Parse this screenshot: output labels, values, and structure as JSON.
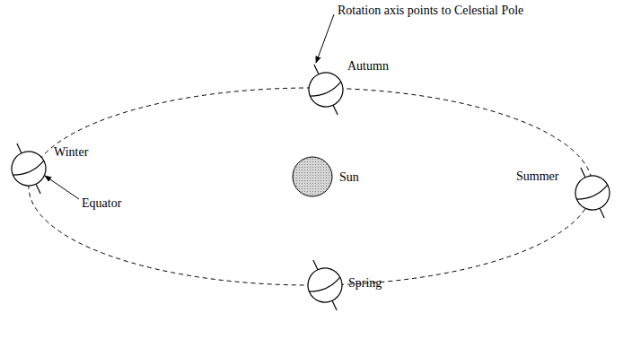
{
  "diagram": {
    "labels": [
      "Rotation axis points to Celestial Pole",
      "Autumn",
      "Winter",
      "Equator",
      "Sun",
      "Summer",
      "Spring"
    ]
  }
}
